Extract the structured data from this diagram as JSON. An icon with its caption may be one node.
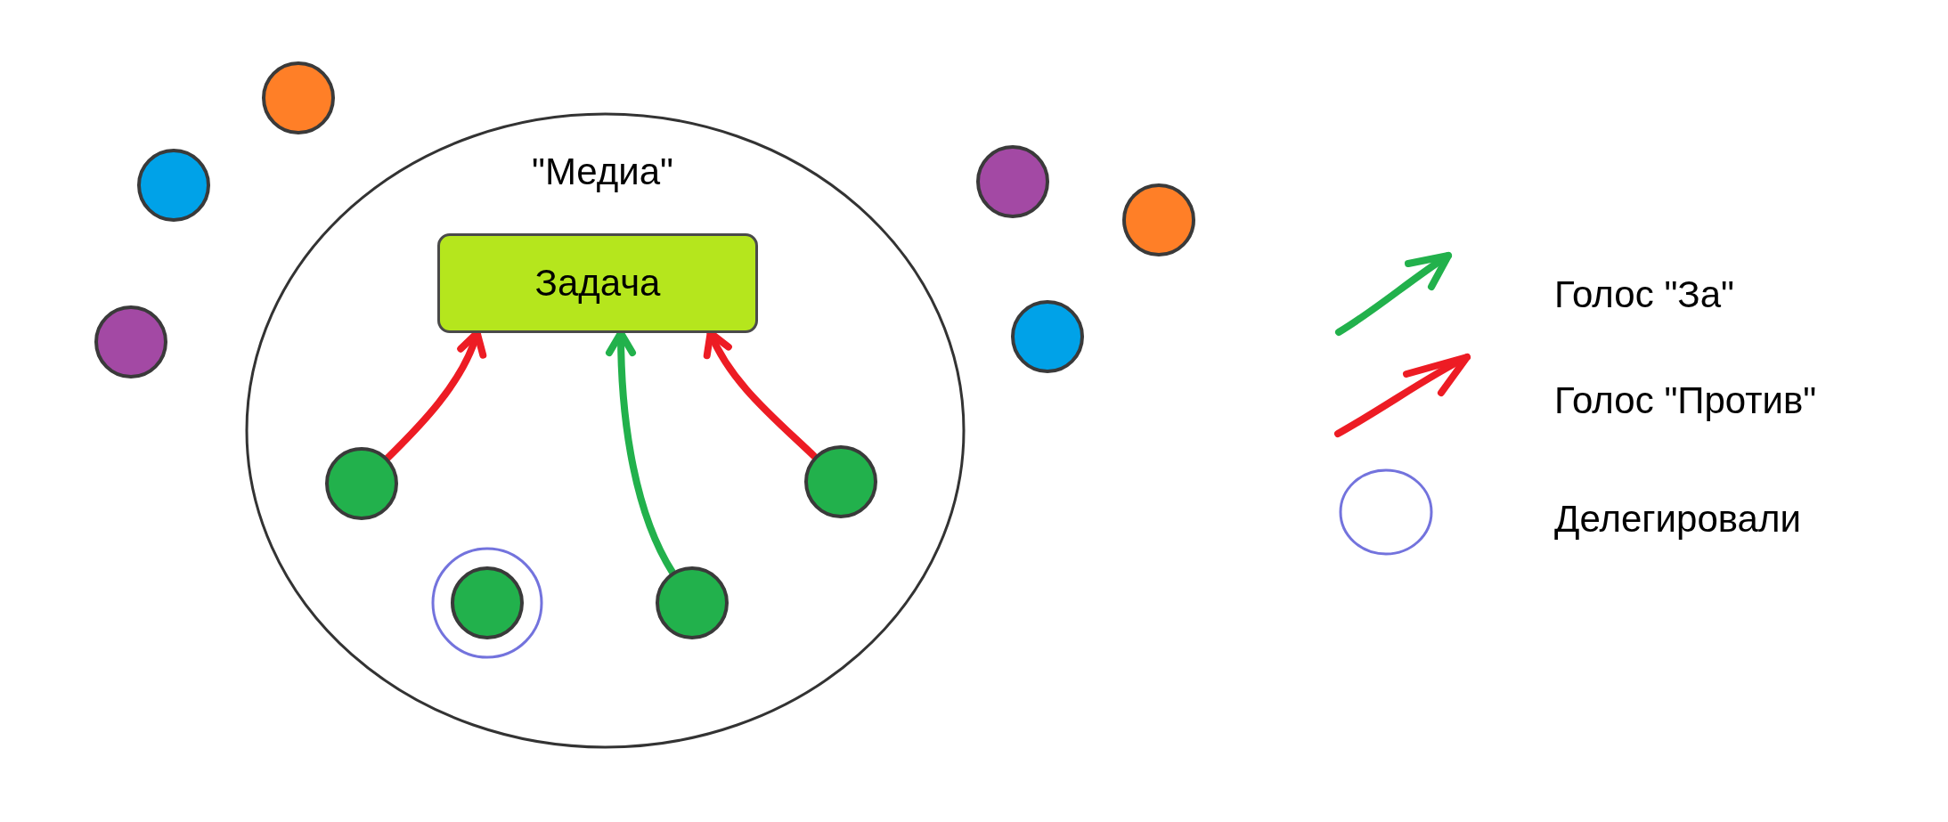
{
  "diagram": {
    "nodes": [
      {
        "text": [],
        "shape": "circle"
      },
      {
        "text": [],
        "shape": "circle"
      },
      {
        "text": [],
        "shape": "circle"
      },
      {
        "text": [
          "\"Медиа\""
        ]
      },
      {
        "text": [
          "Задача"
        ],
        "in": 3
      },
      {
        "text": [],
        "shape": "circle",
        "in": 3
      },
      {
        "text": [],
        "shape": "circle",
        "in": 3
      },
      {
        "text": [],
        "shape": "circle",
        "in": 3
      },
      {
        "text": [],
        "shape": "circle",
        "in": 3
      },
      {
        "text": [],
        "shape": "circle"
      },
      {
        "text": [],
        "shape": "circle"
      },
      {
        "text": [],
        "shape": "circle"
      }
    ],
    "edges": [
      {
        "from": 5,
        "to": 4,
        "arrow": "to",
        "color": "#ed1c24"
      },
      {
        "from": 8,
        "to": 4,
        "arrow": "to",
        "color": "#22b14c"
      },
      {
        "from": 6,
        "to": 4,
        "arrow": "to",
        "color": "#ed1c24"
      }
    ],
    "legend": [
      {
        "text": "Голос \"За\""
      },
      {
        "text": "Голос \"Против\""
      },
      {
        "text": "Делегировали"
      }
    ]
  }
}
